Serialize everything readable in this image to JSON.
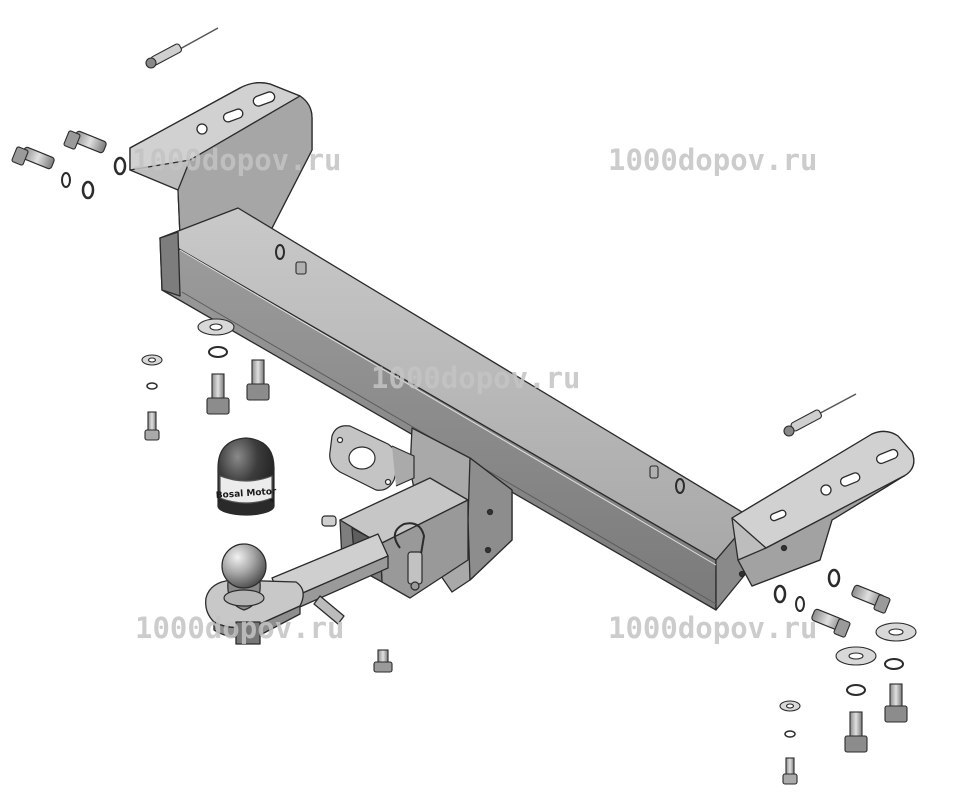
{
  "watermarks": [
    {
      "text": "1000dopov.ru"
    },
    {
      "text": "1000dopov.ru"
    },
    {
      "text": "1000dopov.ru"
    },
    {
      "text": "1000dopov.ru"
    },
    {
      "text": "1000dopov.ru"
    }
  ],
  "ball_cover": {
    "label": "Bosal Motor"
  },
  "colors": {
    "metal_light": "#b9b9b9",
    "metal_mid": "#9a9a9a",
    "metal_dark": "#6e6e6e",
    "outline": "#2b2b2b",
    "cap": "#3a3a3a"
  }
}
